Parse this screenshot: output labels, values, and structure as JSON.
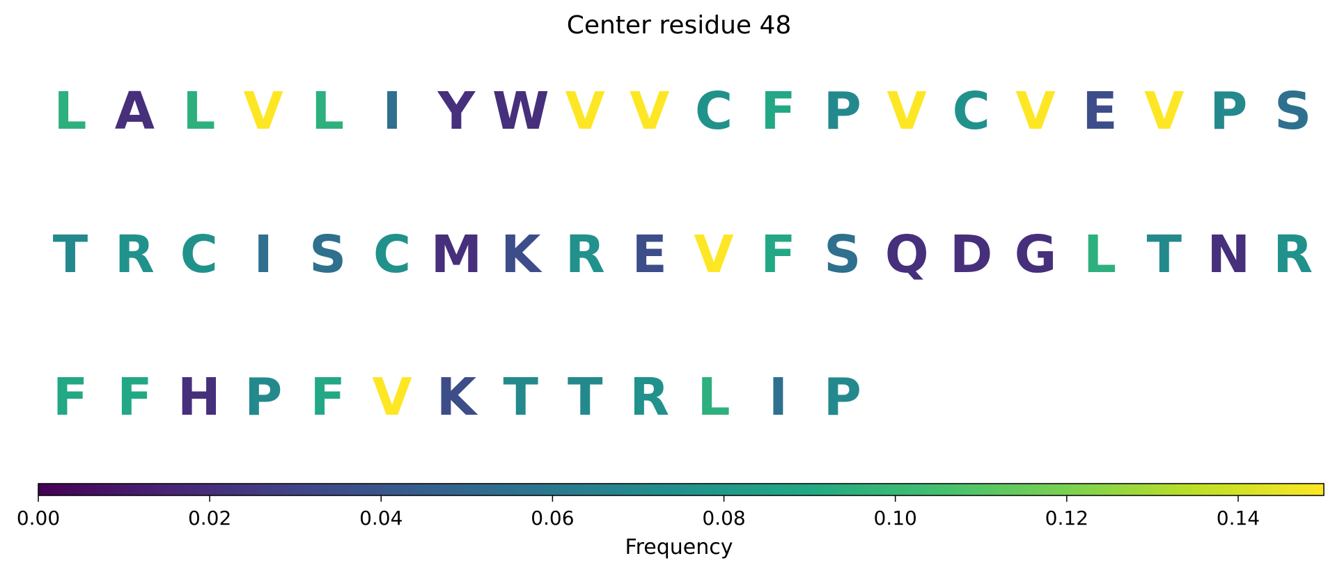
{
  "chart_data": {
    "type": "heatmap",
    "title": "Center residue 48",
    "colormap": "viridis",
    "colorbar": {
      "label": "Frequency",
      "range": [
        0,
        0.15
      ],
      "ticks": [
        "0.00",
        "0.02",
        "0.04",
        "0.06",
        "0.08",
        "0.10",
        "0.12",
        "0.14"
      ],
      "tick_values": [
        0,
        0.02,
        0.04,
        0.06,
        0.08,
        0.1,
        0.12,
        0.14
      ]
    },
    "rows": [
      [
        {
          "residue": "L",
          "frequency": 0.095
        },
        {
          "residue": "A",
          "frequency": 0.02
        },
        {
          "residue": "L",
          "frequency": 0.095
        },
        {
          "residue": "V",
          "frequency": 0.15
        },
        {
          "residue": "L",
          "frequency": 0.095
        },
        {
          "residue": "I",
          "frequency": 0.055
        },
        {
          "residue": "Y",
          "frequency": 0.02
        },
        {
          "residue": "W",
          "frequency": 0.02
        },
        {
          "residue": "V",
          "frequency": 0.15
        },
        {
          "residue": "V",
          "frequency": 0.15
        },
        {
          "residue": "C",
          "frequency": 0.075
        },
        {
          "residue": "F",
          "frequency": 0.09
        },
        {
          "residue": "P",
          "frequency": 0.07
        },
        {
          "residue": "V",
          "frequency": 0.15
        },
        {
          "residue": "C",
          "frequency": 0.075
        },
        {
          "residue": "V",
          "frequency": 0.15
        },
        {
          "residue": "E",
          "frequency": 0.035
        },
        {
          "residue": "V",
          "frequency": 0.15
        },
        {
          "residue": "P",
          "frequency": 0.07
        },
        {
          "residue": "S",
          "frequency": 0.055
        }
      ],
      [
        {
          "residue": "T",
          "frequency": 0.07
        },
        {
          "residue": "R",
          "frequency": 0.075
        },
        {
          "residue": "C",
          "frequency": 0.075
        },
        {
          "residue": "I",
          "frequency": 0.055
        },
        {
          "residue": "S",
          "frequency": 0.055
        },
        {
          "residue": "C",
          "frequency": 0.075
        },
        {
          "residue": "M",
          "frequency": 0.02
        },
        {
          "residue": "K",
          "frequency": 0.035
        },
        {
          "residue": "R",
          "frequency": 0.075
        },
        {
          "residue": "E",
          "frequency": 0.035
        },
        {
          "residue": "V",
          "frequency": 0.15
        },
        {
          "residue": "F",
          "frequency": 0.09
        },
        {
          "residue": "S",
          "frequency": 0.055
        },
        {
          "residue": "Q",
          "frequency": 0.02
        },
        {
          "residue": "D",
          "frequency": 0.02
        },
        {
          "residue": "G",
          "frequency": 0.02
        },
        {
          "residue": "L",
          "frequency": 0.095
        },
        {
          "residue": "T",
          "frequency": 0.07
        },
        {
          "residue": "N",
          "frequency": 0.02
        },
        {
          "residue": "R",
          "frequency": 0.075
        }
      ],
      [
        {
          "residue": "F",
          "frequency": 0.09
        },
        {
          "residue": "F",
          "frequency": 0.09
        },
        {
          "residue": "H",
          "frequency": 0.02
        },
        {
          "residue": "P",
          "frequency": 0.07
        },
        {
          "residue": "F",
          "frequency": 0.09
        },
        {
          "residue": "V",
          "frequency": 0.15
        },
        {
          "residue": "K",
          "frequency": 0.035
        },
        {
          "residue": "T",
          "frequency": 0.07
        },
        {
          "residue": "T",
          "frequency": 0.07
        },
        {
          "residue": "R",
          "frequency": 0.075
        },
        {
          "residue": "L",
          "frequency": 0.095
        },
        {
          "residue": "I",
          "frequency": 0.055
        },
        {
          "residue": "P",
          "frequency": 0.07
        }
      ]
    ]
  }
}
